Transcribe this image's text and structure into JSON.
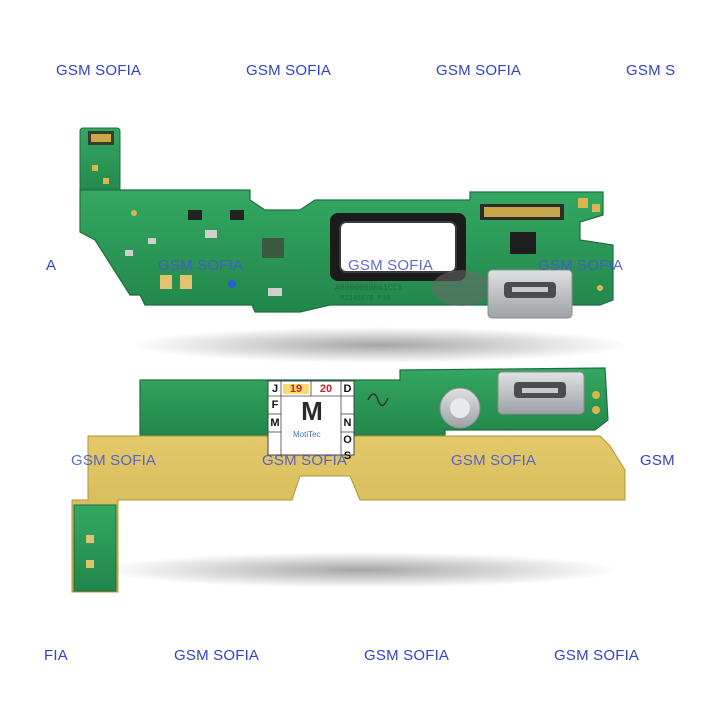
{
  "watermark": {
    "text": "GSM SOFIA",
    "color": "#3343c8",
    "row1": [
      "GSM SOFIA",
      "GSM SOFIA",
      "GSM SOFIA",
      "GSM S"
    ],
    "row2": [
      "A",
      "GSM SOFIA",
      "GSM SOFIA",
      "GSM SOFIA"
    ],
    "row3": [
      "GSM SOFIA",
      "GSM SOFIA",
      "GSM SOFIA",
      "GSM"
    ],
    "row4": [
      "FIA",
      "GSM SOFIA",
      "GSM SOFIA",
      "GSM SOFIA"
    ]
  },
  "sticker": {
    "row1": [
      "J",
      "19",
      "20",
      "D"
    ],
    "left_col": [
      "F",
      "M"
    ],
    "right_col": [
      "N",
      "O"
    ],
    "bottom_right": "S",
    "logo_letter": "M",
    "brand": "MotiTec"
  },
  "colors": {
    "pcb_green": "#2a9a55",
    "flex_gold": "#d8bd5a",
    "connector_silver": "#b9bcbf",
    "board_top_label": "#1f6f3d"
  }
}
